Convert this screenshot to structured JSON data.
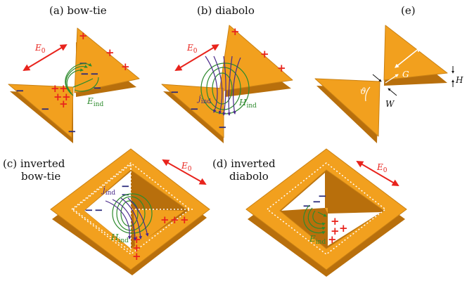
{
  "panels": {
    "a": {
      "label": "(a) bow-tie"
    },
    "b": {
      "label": "(b) diabolo"
    },
    "c": {
      "label_line1": "(c)  inverted",
      "label_line2": "bow-tie"
    },
    "d": {
      "label_line1": "(d)  inverted",
      "label_line2": "diabolo"
    },
    "e": {
      "label": "(e)"
    }
  },
  "symbols": {
    "E0": "E",
    "E0_sub": "0",
    "Eind": "E",
    "Eind_sub": "ind",
    "Hind": "H",
    "Hind_sub": "ind",
    "jind": "j",
    "jind_sub": "ind",
    "plus": "+",
    "minus": "−"
  },
  "dimensions": {
    "v": "v",
    "G": "G",
    "theta": "ϑ",
    "W": "W",
    "H": "H"
  },
  "colors": {
    "gold_top": "#f2a01e",
    "gold_side": "#b86f0c",
    "red": "#e8231c",
    "green": "#2e8b2e",
    "purple": "#4a2a8a",
    "navy": "#26267a"
  }
}
